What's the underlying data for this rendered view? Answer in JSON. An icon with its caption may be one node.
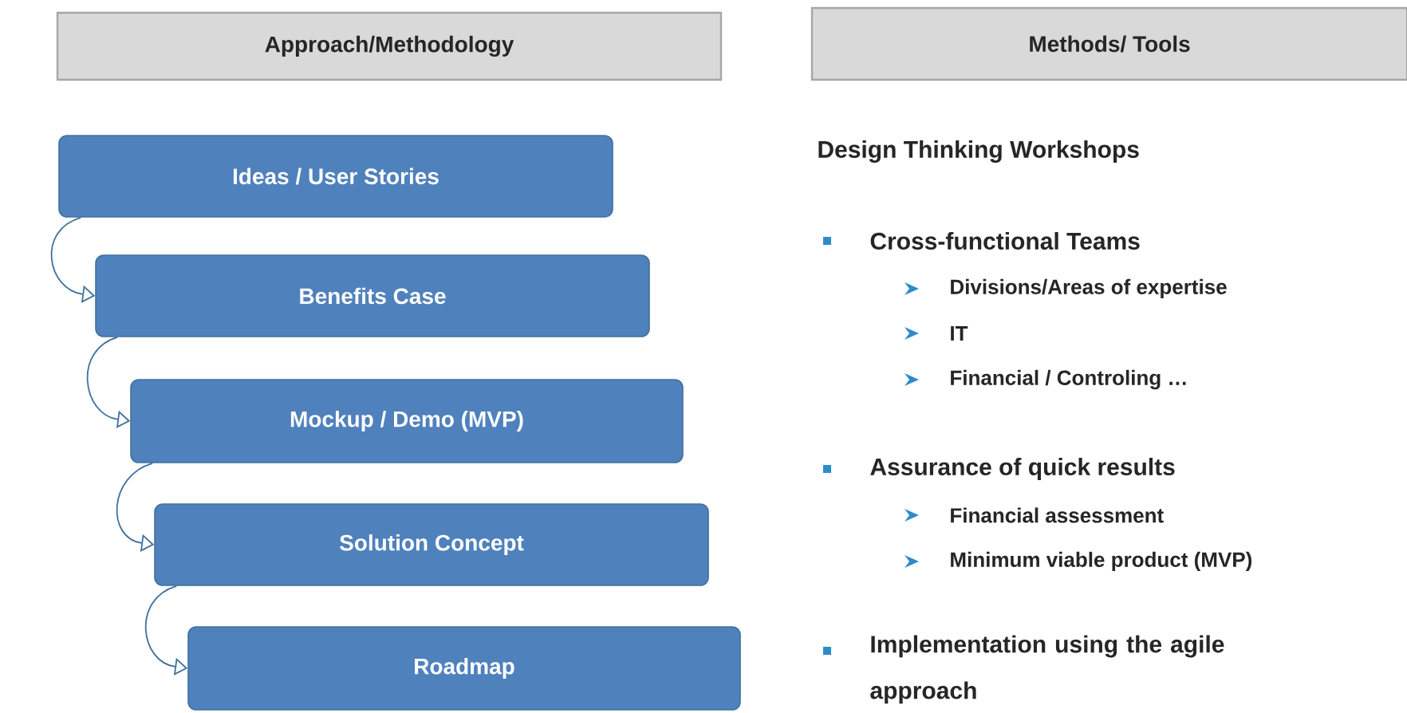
{
  "diagram": {
    "nodes": [
      {
        "text": [
          "Approach/Methodology"
        ]
      },
      {
        "text": [
          "Methods/ Tools"
        ]
      },
      {
        "text": [
          "Ideas / User Stories"
        ]
      },
      {
        "text": [
          "Benefits Case"
        ]
      },
      {
        "text": [
          "Mockup / Demo (MVP)"
        ]
      },
      {
        "text": [
          "Solution Concept"
        ]
      },
      {
        "text": [
          "Roadmap"
        ]
      }
    ],
    "edges": [
      {
        "from": 2,
        "to": 3,
        "arrow": "to"
      },
      {
        "from": 3,
        "to": 4,
        "arrow": "to"
      },
      {
        "from": 4,
        "to": 5,
        "arrow": "to"
      },
      {
        "from": 5,
        "to": 6,
        "arrow": "to"
      }
    ],
    "labels": [
      "Design Thinking Workshops",
      "Cross-functional Teams",
      "Divisions/Areas of expertise",
      "IT",
      "Financial / Controling …",
      "Assurance of quick results",
      "Financial assessment",
      "Minimum viable product (MVP)",
      "Implementation using the agile approach"
    ]
  }
}
